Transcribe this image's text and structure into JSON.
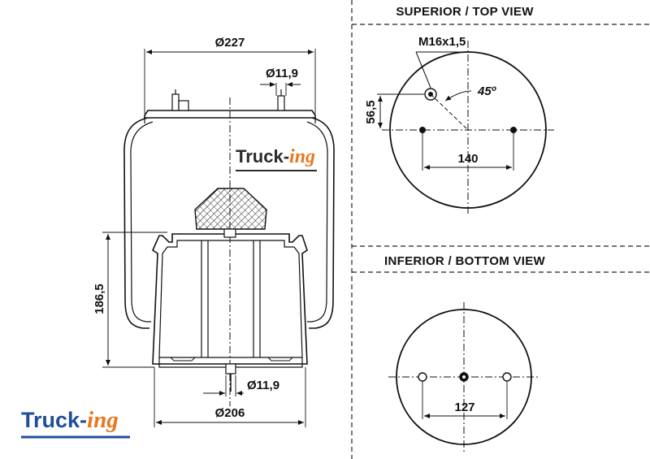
{
  "side_view": {
    "dim_top_diameter": "Ø227",
    "dim_top_pin": "Ø11,9",
    "dim_height": "186,5",
    "dim_bottom_pin": "Ø11,9",
    "dim_bottom_diameter": "Ø206",
    "brand_watermark_a": "Truck-",
    "brand_watermark_b": "ing"
  },
  "top_view": {
    "title": "SUPERIOR / TOP VIEW",
    "thread": "M16x1,5",
    "offset": "56,5",
    "angle": "45º",
    "bolt_spacing": "140"
  },
  "bottom_view": {
    "title": "INFERIOR / BOTTOM VIEW",
    "bolt_spacing": "127"
  },
  "logo": {
    "text_a": "Truck-",
    "text_b": "ing"
  },
  "colors": {
    "logo_blue": "#1f4e9c",
    "logo_orange": "#e87722",
    "line": "#111111"
  }
}
